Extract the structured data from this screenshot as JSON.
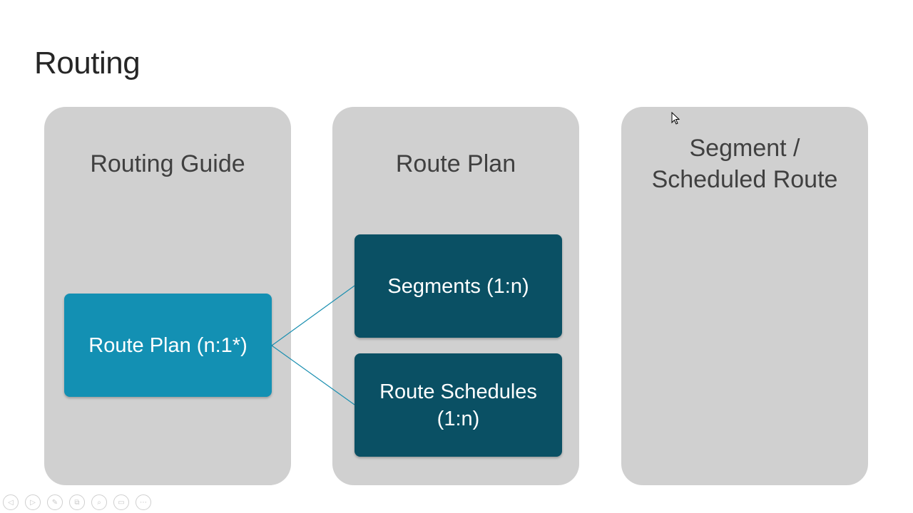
{
  "slide": {
    "title": "Routing"
  },
  "panels": {
    "left_heading": "Routing Guide",
    "mid_heading": "Route Plan",
    "right_heading": "Segment /\nScheduled Route"
  },
  "boxes": {
    "route_plan": "Route Plan (n:1*)",
    "segments": "Segments (1:n)",
    "route_schedules": "Route Schedules\n(1:n)"
  },
  "colors": {
    "panel_bg": "#d0d0d0",
    "route_plan_box": "#1390b3",
    "dark_box": "#0a5064",
    "connector": "#1a8fb0"
  },
  "toolbar": {
    "icons": [
      "prev-icon",
      "next-icon",
      "pen-icon",
      "slides-icon",
      "zoom-icon",
      "subtitle-icon",
      "more-icon"
    ],
    "glyphs": [
      "◁",
      "▷",
      "✎",
      "⧉",
      "⌕",
      "▭",
      "⋯"
    ]
  }
}
